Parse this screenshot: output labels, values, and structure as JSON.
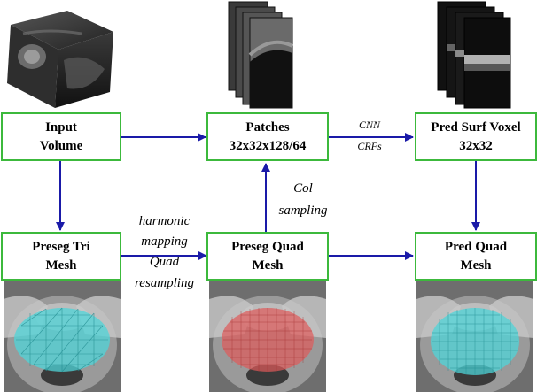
{
  "nodes": {
    "input_volume": {
      "line1": "Input",
      "line2": "Volume"
    },
    "patches": {
      "line1": "Patches",
      "line2": "32x32x128/64"
    },
    "pred_surf_voxel": {
      "line1": "Pred Surf Voxel",
      "line2": "32x32"
    },
    "preseg_tri_mesh": {
      "line1": "Preseg Tri",
      "line2": "Mesh"
    },
    "preseg_quad_mesh": {
      "line1": "Preseg Quad",
      "line2": "Mesh"
    },
    "pred_quad_mesh": {
      "line1": "Pred Quad",
      "line2": "Mesh"
    }
  },
  "edge_labels": {
    "cnn": "CNN",
    "crfs": "CRFs",
    "col": "Col",
    "sampling": "sampling",
    "harmonic": "harmonic",
    "mapping": "mapping",
    "quad": "Quad",
    "resampling": "resampling"
  },
  "colors": {
    "box_border": "#3cb93c",
    "arrow": "#1a1aa8",
    "tri_mesh": "#4fd4d8",
    "quad_mesh": "#e05a5a",
    "pred_mesh": "#4fd4d8"
  }
}
